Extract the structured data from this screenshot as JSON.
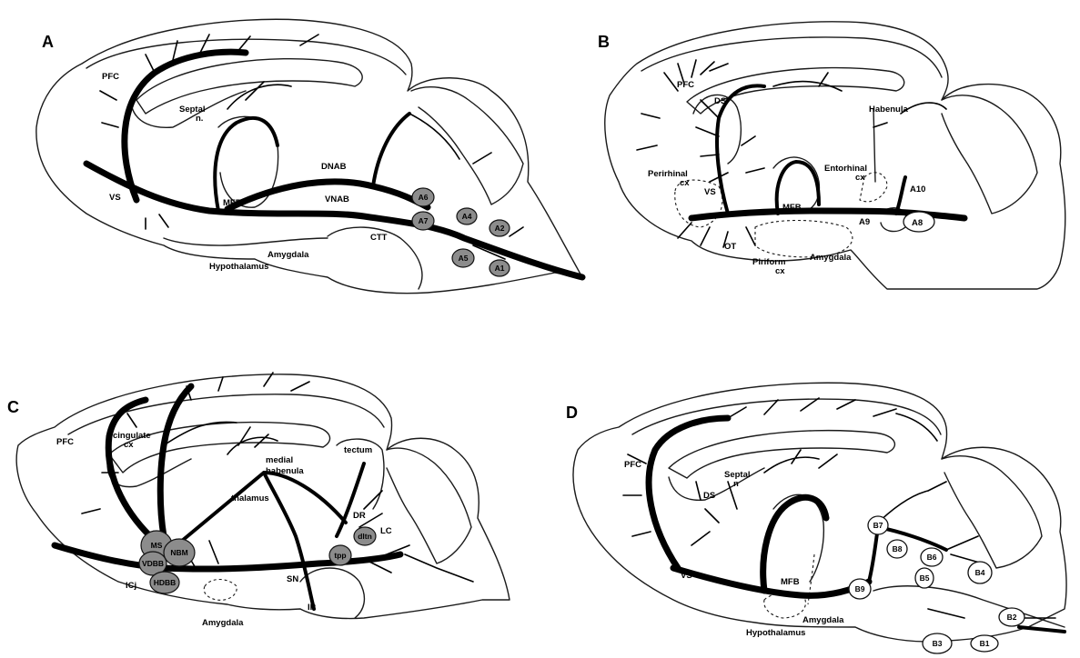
{
  "panels": {
    "A": {
      "letter": "A",
      "labels": {
        "pfc": "PFC",
        "septal": "Septal",
        "septal_n": "n.",
        "vs": "VS",
        "mfb": "MFB",
        "dnab": "DNAB",
        "vnab": "VNAB",
        "ctt": "CTT",
        "amygdala": "Amygdala",
        "hypothalamus": "Hypothalamus"
      },
      "nuclei": [
        "A6",
        "A7",
        "A4",
        "A2",
        "A5",
        "A1"
      ]
    },
    "B": {
      "letter": "B",
      "labels": {
        "pfc": "PFC",
        "ds": "DS",
        "habenula": "Habenula",
        "perirhinal": "Perirhinal",
        "perirhinal_cx": "cx",
        "vs": "VS",
        "entorhinal": "Entorhinal",
        "entorhinal_cx": "cx",
        "a10": "A10",
        "mfb": "MFB",
        "a9": "A9",
        "a8": "A8",
        "ot": "OT",
        "piriform": "Piriform",
        "piriform_cx": "cx",
        "amygdala": "Amygdala"
      }
    },
    "C": {
      "letter": "C",
      "labels": {
        "pfc": "PFC",
        "cingulate": "cingulate",
        "cingulate_cx": "cx",
        "medial": "medial",
        "habenula": "habenula",
        "tectum": "tectum",
        "thalamus": "thalamus",
        "dr": "DR",
        "lc": "LC",
        "ic": "ICj",
        "sn": "SN",
        "ip": "IP",
        "amygdala": "Amygdala"
      },
      "nuclei": [
        "MS",
        "VDBB",
        "NBM",
        "HDBB",
        "dltn",
        "tpp"
      ]
    },
    "D": {
      "letter": "D",
      "labels": {
        "pfc": "PFC",
        "ds": "DS",
        "septal": "Septal",
        "septal_n": "n",
        "vs": "VS",
        "mfb": "MFB",
        "amygdala": "Amygdala",
        "hypothalamus": "Hypothalamus"
      },
      "nuclei": [
        "B7",
        "B8",
        "B6",
        "B5",
        "B4",
        "B9",
        "B2",
        "B3",
        "B1"
      ]
    }
  },
  "colors": {
    "line": "#000000",
    "nucleus_fill": "#8c8c8c",
    "background": "#ffffff"
  }
}
